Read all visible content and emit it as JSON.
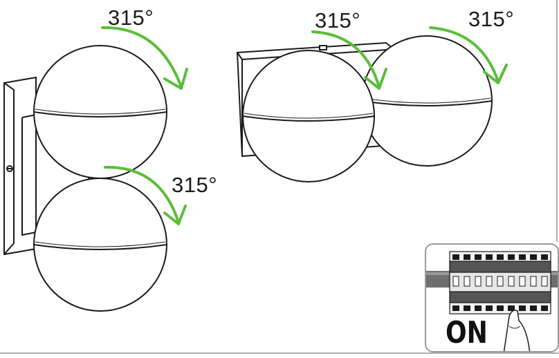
{
  "angles": {
    "top_left": "315°",
    "bottom_left": "315°",
    "right_first": "315°",
    "right_second": "315°"
  },
  "inset": {
    "label": "ON"
  },
  "colors": {
    "arrow": "#5bbd3a",
    "line": "#1a1a1a",
    "frame": "#b0b0b0",
    "border": "#9a9a9a"
  }
}
